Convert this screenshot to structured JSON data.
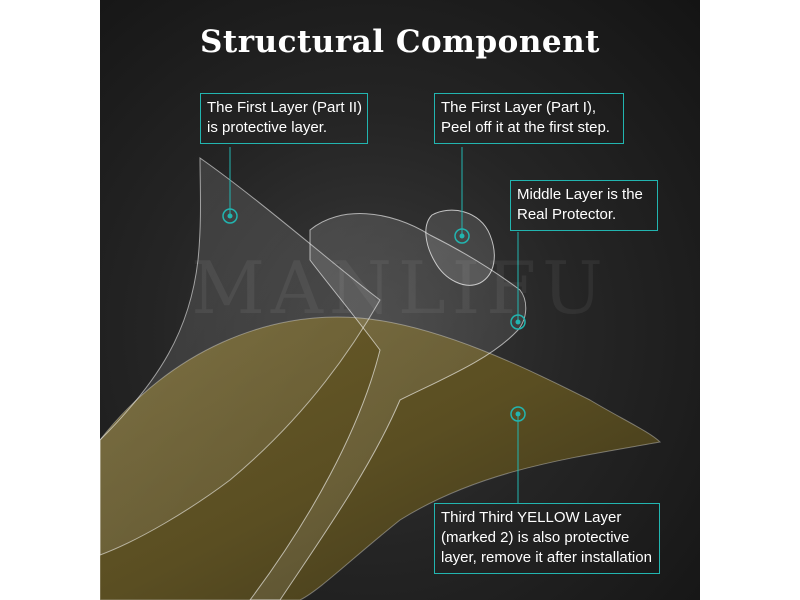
{
  "title": "Structural Component",
  "watermark": "MANLIFU",
  "accent_color": "#22b5b0",
  "callouts": {
    "first_layer_part2": {
      "line1": "The First Layer (Part II)",
      "line2": "is protective layer."
    },
    "first_layer_part1": {
      "line1": "The First Layer (Part I),",
      "line2": "Peel off it at the first step."
    },
    "middle_layer": {
      "line1": "Middle Layer is the",
      "line2": "Real Protector."
    },
    "third_layer": {
      "line1": "Third Third YELLOW Layer",
      "line2": "(marked 2) is also protective",
      "line3": "layer, remove it after installation"
    }
  }
}
